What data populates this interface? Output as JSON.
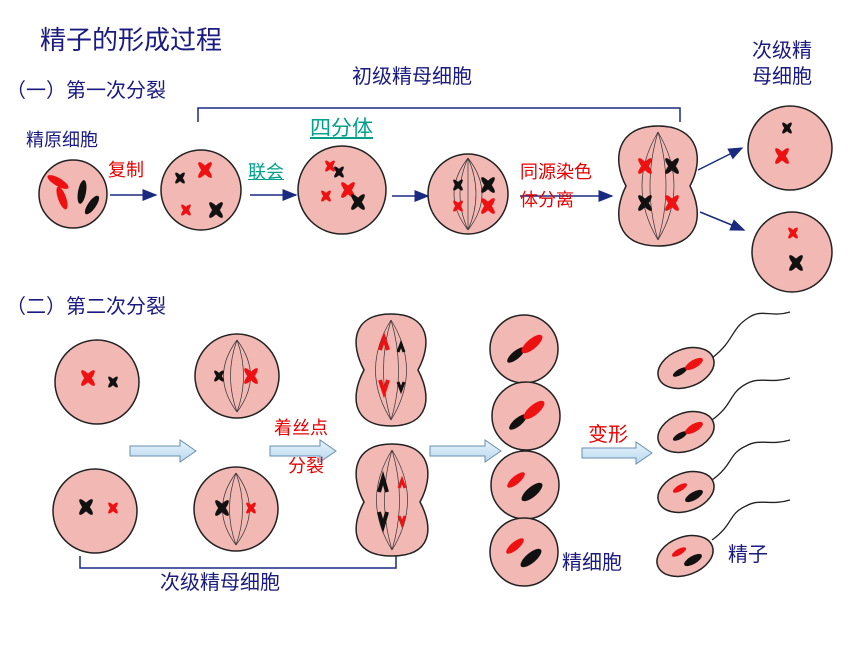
{
  "title": "精子的形成过程",
  "section1": "（一）第一次分裂",
  "section2": "（二）第二次分裂",
  "labels": {
    "primary_spermatocyte": "初级精母细胞",
    "secondary_spermatocyte_top_1": "次级精",
    "secondary_spermatocyte_top_2": "母细胞",
    "spermatogonium": "精原细胞",
    "tetrad": "四分体",
    "replication": "复制",
    "synapsis": "联会",
    "homolog_sep_1": "同源染色",
    "homolog_sep_2": "体分离",
    "centromere_1": "着丝点",
    "centromere_2": "分裂",
    "transform": "变形",
    "secondary_spermatocyte_bottom": "次级精母细胞",
    "spermatid": "精细胞",
    "sperm": "精子"
  },
  "colors": {
    "cell_fill": "#f2b8b4",
    "cell_stroke": "#222222",
    "chrom_red": "#ee1111",
    "chrom_black": "#111111",
    "text_dark": "#1a1a80",
    "text_red": "#e60000",
    "text_teal": "#00a08c",
    "arrow_fill": "#cfe6f5",
    "arrow_stroke": "#6a8fb0"
  }
}
